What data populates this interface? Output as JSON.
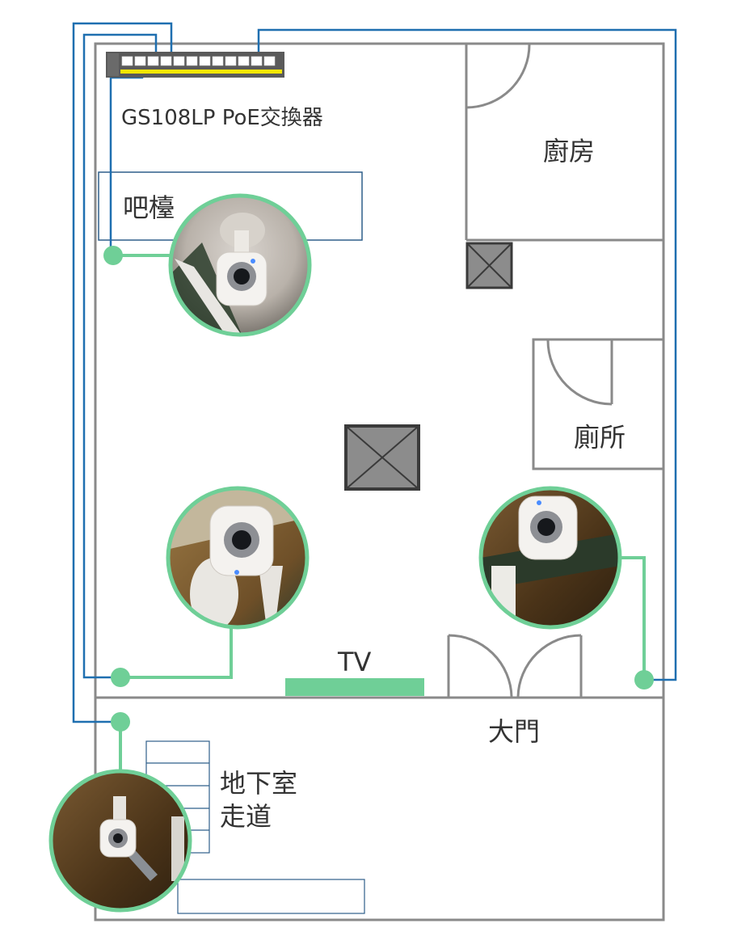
{
  "labels": {
    "switch": "GS108LP PoE交換器",
    "bar": "吧檯",
    "kitchen": "廚房",
    "toilet": "廁所",
    "tv": "TV",
    "entrance": "大門",
    "basement_line1": "地下室",
    "basement_line2": "走道"
  },
  "colors": {
    "wall": "#8a8a8a",
    "cable": "#1f6fb0",
    "poe_link": "#6fcf97",
    "room_outline": "#2f5f8a",
    "pillar_fill": "#8c8c8c",
    "pillar_stroke": "#3a3a3a",
    "switch_body": "#5a5a5a",
    "switch_stripe": "#f2e600"
  },
  "cameras": [
    {
      "name": "camera-bar",
      "icon": "camera-icon"
    },
    {
      "name": "camera-living-left",
      "icon": "camera-icon"
    },
    {
      "name": "camera-living-right",
      "icon": "camera-icon"
    },
    {
      "name": "camera-basement",
      "icon": "camera-icon"
    }
  ]
}
